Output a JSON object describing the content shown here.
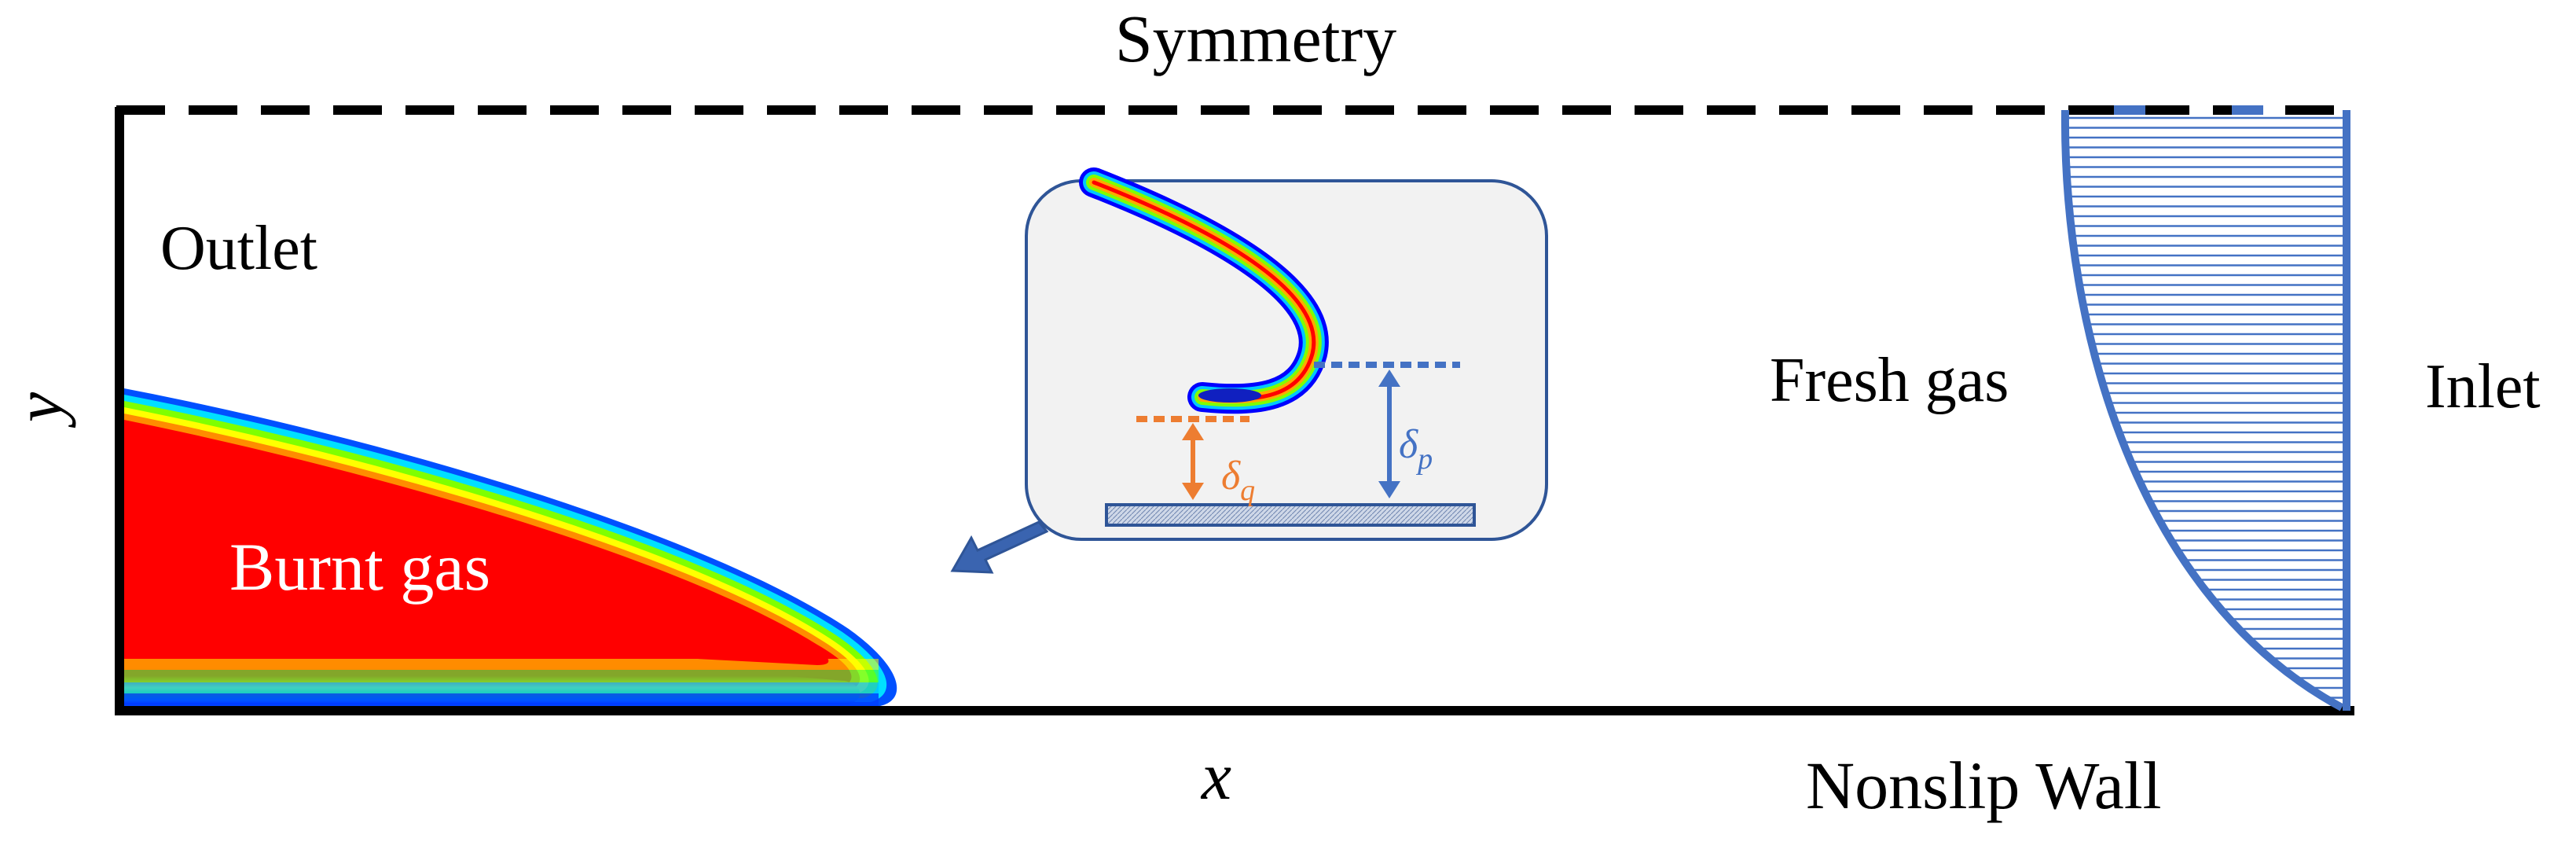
{
  "diagram": {
    "labels": {
      "top_boundary": "Symmetry",
      "left_boundary": "Outlet",
      "right_boundary": "Inlet",
      "bottom_boundary": "Nonslip Wall",
      "burnt_region": "Burnt gas",
      "fresh_region": "Fresh gas",
      "x_axis": "x",
      "y_axis": "y"
    },
    "inset": {
      "quenching_symbol": "δ",
      "quenching_subscript": "q",
      "penetration_symbol": "δ",
      "penetration_subscript": "p"
    },
    "colors": {
      "frame": "#000000",
      "inlet_profile": "#4472c4",
      "quenching_marker": "#ed7d31",
      "penetration_marker": "#4472c4",
      "burnt_gas": "#ff0000",
      "inset_background": "#f2f2f2",
      "inset_border": "#2f5597"
    }
  }
}
